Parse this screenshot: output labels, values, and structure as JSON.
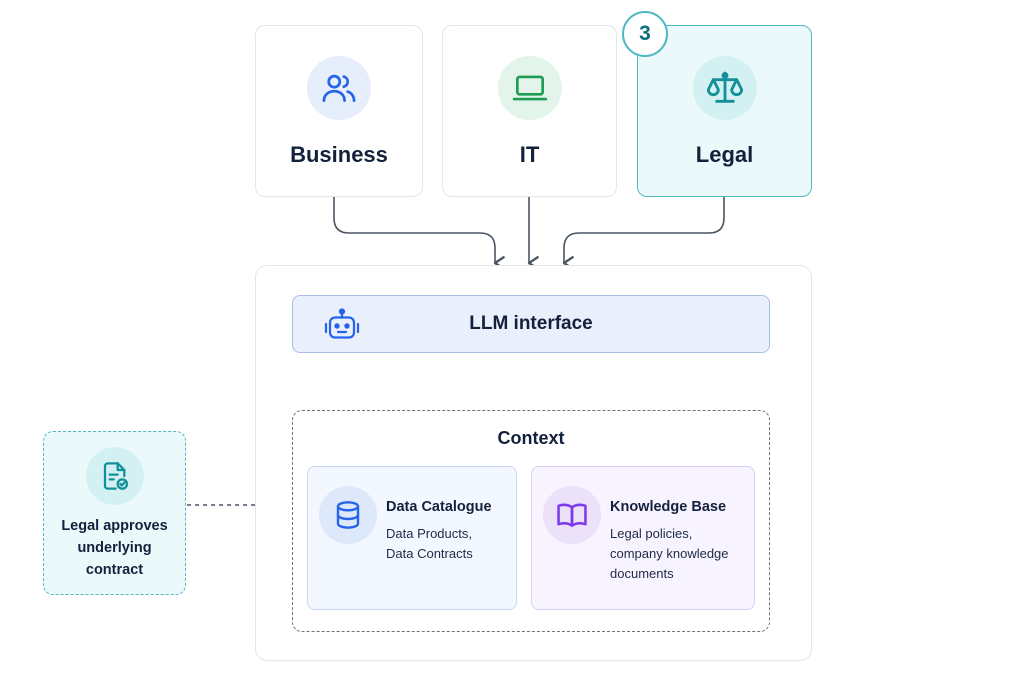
{
  "stakeholders": [
    {
      "label": "Business",
      "icon": "users-icon"
    },
    {
      "label": "IT",
      "icon": "laptop-icon"
    },
    {
      "label": "Legal",
      "icon": "scales-icon"
    }
  ],
  "step_badge": "3",
  "llm": {
    "label": "LLM interface",
    "icon": "robot-icon"
  },
  "context": {
    "title": "Context",
    "data_catalogue": {
      "title": "Data Catalogue",
      "desc_line1": "Data Products,",
      "desc_line2": "Data Contracts",
      "icon": "database-icon"
    },
    "knowledge_base": {
      "title": "Knowledge Base",
      "desc_line1": "Legal policies,",
      "desc_line2": "company knowledge",
      "desc_line3": "documents",
      "icon": "book-icon"
    }
  },
  "legal_note": {
    "line1": "Legal approves",
    "line2": "underlying",
    "line3": "contract",
    "icon": "document-check-icon"
  },
  "colors": {
    "legal_accent": "#4fb9c3",
    "legal_fill": "#ecf9fb",
    "llm_fill": "#e9effb",
    "data_catalogue_fill": "#f3f7ff",
    "knowledge_base_fill": "#f7f3ff",
    "connector": "#4b5563"
  }
}
